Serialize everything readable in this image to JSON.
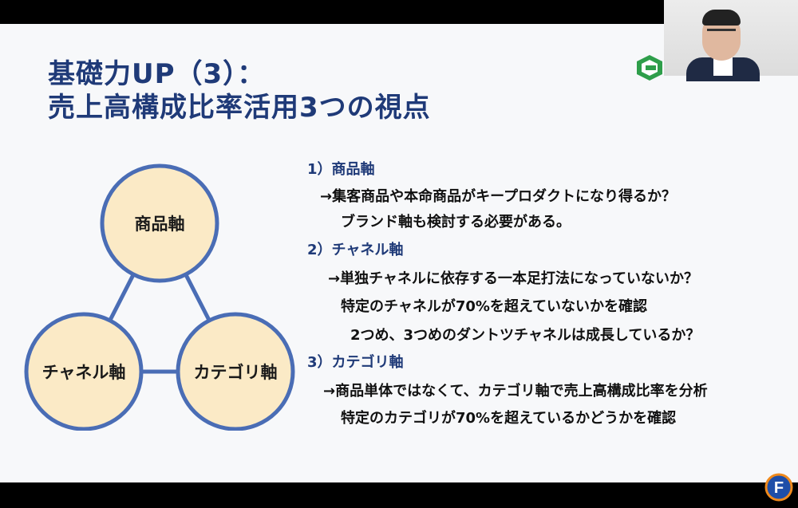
{
  "slide": {
    "title_line1": "基礎力UP（3）：",
    "title_line2": "売上高構成比率活用3つの視点"
  },
  "diagram": {
    "nodes": {
      "top": "商品軸",
      "left": "チャネル軸",
      "right": "カテゴリ軸"
    },
    "colors": {
      "circle_fill": "#fbeac6",
      "circle_stroke": "#4a6db5",
      "connector": "#4a6db5"
    }
  },
  "content": {
    "section1": {
      "heading": "1）商品軸",
      "lines": [
        "→集客商品や本命商品がキープロダクトになり得るか？",
        "ブランド軸も検討する必要がある。"
      ]
    },
    "section2": {
      "heading": "2）チャネル軸",
      "lines": [
        "→単独チャネルに依存する一本足打法になっていないか？",
        "特定のチャネルが70%を超えていないかを確認",
        "2つめ、3つめのダントツチャネルは成長しているか？"
      ]
    },
    "section3": {
      "heading": "3）カテゴリ軸",
      "lines": [
        "→商品単体ではなくて、カテゴリ軸で売上高構成比率を分析",
        "特定のカテゴリが70%を超えているかどうかを確認"
      ]
    }
  },
  "colors": {
    "title": "#1f3a78",
    "slide_background": "#f7f8fa",
    "frame": "#000000"
  },
  "icons": {
    "top_logo": "brand-logo-icon",
    "bottom_logo": "f-logo-icon"
  }
}
